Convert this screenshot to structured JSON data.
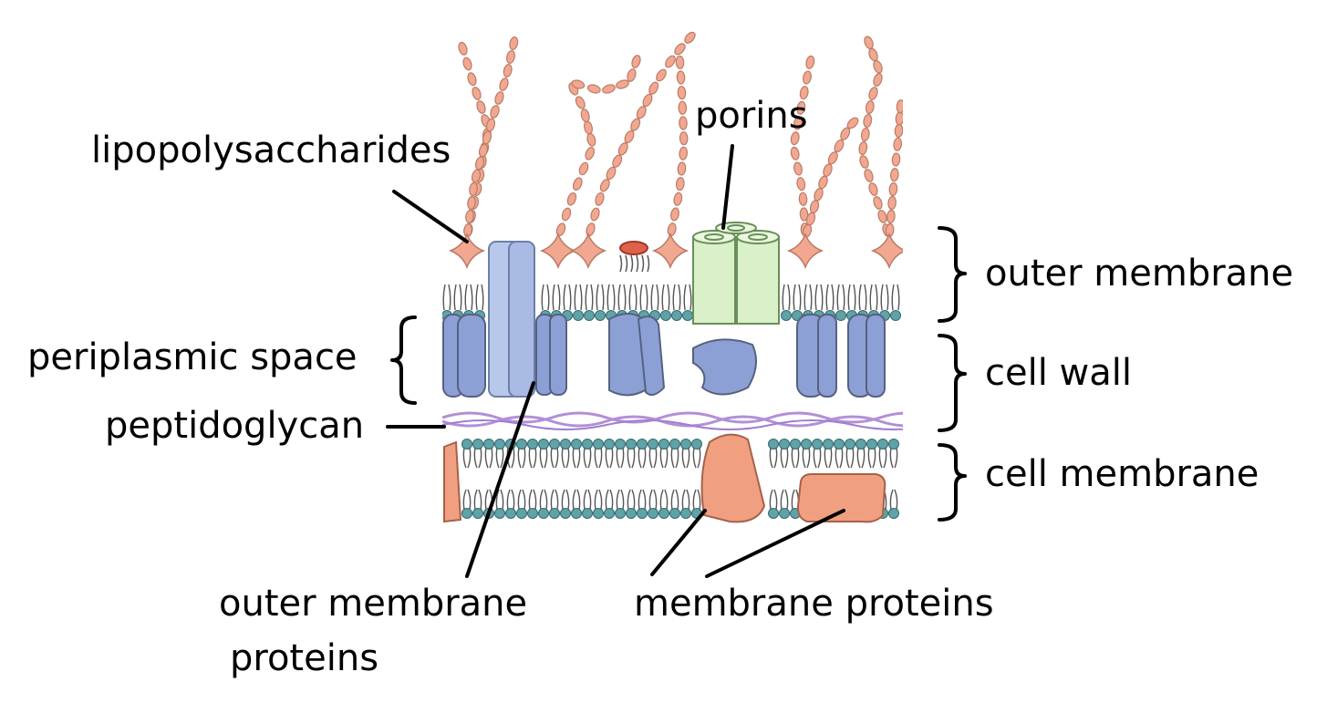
{
  "labels": {
    "lipopolysaccharides": "lipopolysaccharides",
    "porins": "porins",
    "periplasmic_space": "periplasmic space",
    "peptidoglycan": "peptidoglycan",
    "outer_membrane_proteins_line1": "outer membrane",
    "outer_membrane_proteins_line2": "proteins",
    "membrane_proteins": "membrane proteins"
  },
  "layers": {
    "outer_membrane": "outer membrane",
    "cell_wall": "cell wall",
    "cell_membrane": "cell membrane"
  },
  "colors": {
    "lps_bead": "#f2a890",
    "lps_bead_stroke": "#b97a66",
    "lipid_head": "#5fa3a8",
    "periplasm_protein": "#8da0d6",
    "outer_membrane_protein": "#b8c8ea",
    "porin": "#d9f0c9",
    "peptidoglycan": "#b28fd6",
    "membrane_protein": "#f0a080",
    "line": "#000000"
  }
}
